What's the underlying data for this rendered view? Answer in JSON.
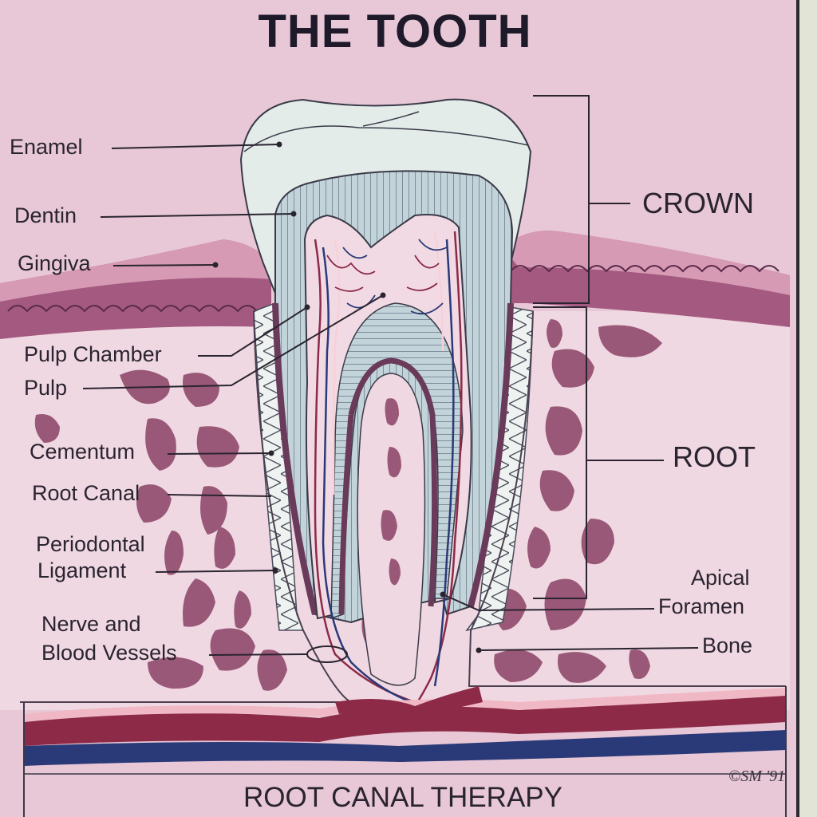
{
  "title": "THE TOOTH",
  "footer": "ROOT CANAL THERAPY",
  "copyright": "©SM '91",
  "labels": {
    "enamel": "Enamel",
    "dentin": "Dentin",
    "gingiva": "Gingiva",
    "pulp_chamber": "Pulp Chamber",
    "pulp": "Pulp",
    "cementum": "Cementum",
    "root_canal": "Root Canal",
    "periodontal_1": "Periodontal",
    "periodontal_2": "Ligament",
    "nerve_1": "Nerve and",
    "nerve_2": "Blood Vessels",
    "crown": "CROWN",
    "root": "ROOT",
    "apical_1": "Apical",
    "apical_2": "Foramen",
    "bone": "Bone"
  },
  "colors": {
    "background": "#e8c8d6",
    "gum": "#a45a80",
    "artery": "#8c2a48",
    "vein": "#2a3a78",
    "dentin": "#b8ccd4",
    "enamel": "#e4ecea",
    "bone_spot": "#9a5878"
  }
}
